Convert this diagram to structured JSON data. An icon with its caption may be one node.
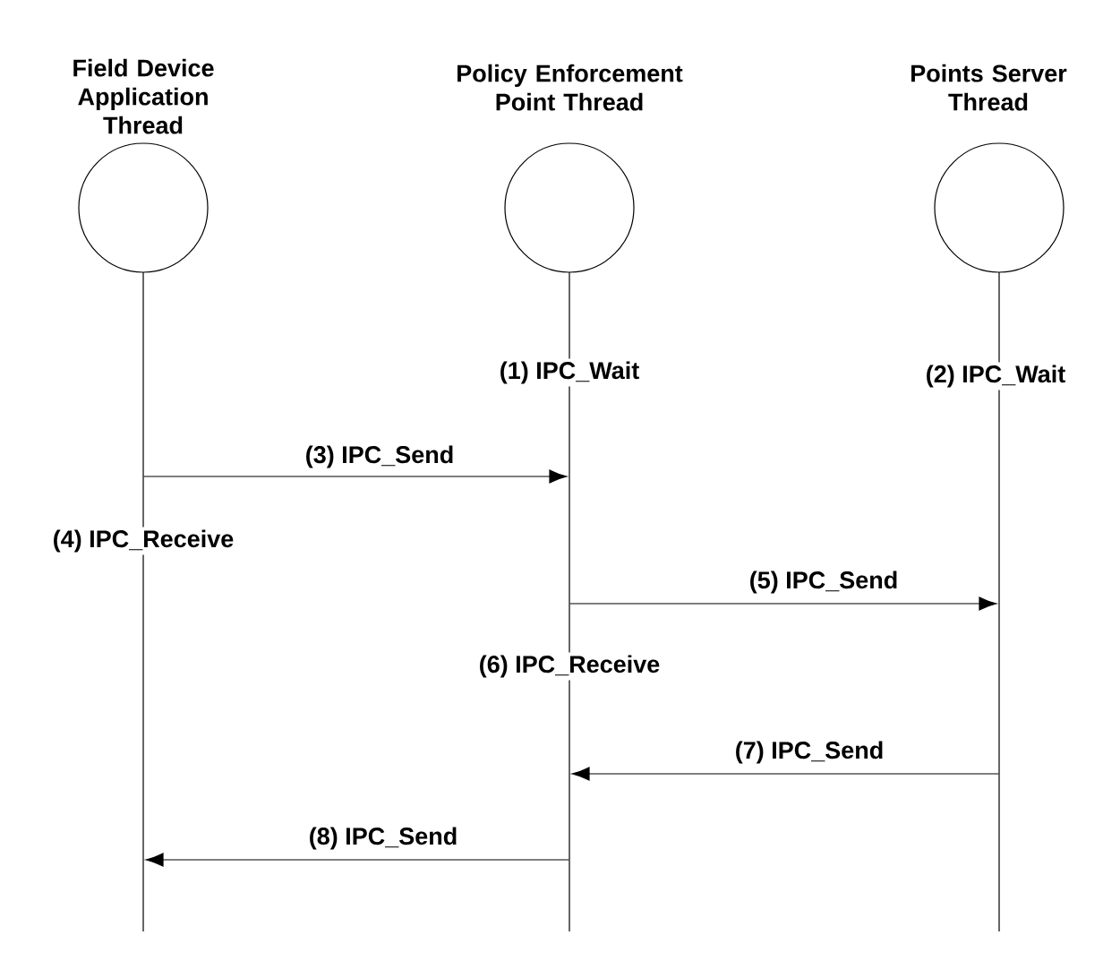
{
  "diagram": {
    "nodes": [
      {
        "text": [
          "Field Device Application Thread"
        ]
      },
      {
        "text": [
          "Policy Enforcement Point Thread"
        ]
      },
      {
        "text": [
          "Points Server Thread"
        ]
      },
      {
        "text": [],
        "shape": "line"
      },
      {
        "text": [],
        "shape": "line"
      },
      {
        "text": [],
        "shape": "line"
      }
    ],
    "edges": [
      {
        "from": 3,
        "to": 4,
        "arrow": "to",
        "label": "(3) IPC_Send"
      },
      {
        "from": 4,
        "to": 5,
        "arrow": "to",
        "label": "(5) IPC_Send"
      },
      {
        "from": 5,
        "to": 4,
        "arrow": "to",
        "label": "(7) IPC_Send"
      },
      {
        "from": 4,
        "to": 3,
        "arrow": "to",
        "label": "(8) IPC_Send"
      }
    ],
    "labels": [
      "(1) IPC_Wait",
      "(2) IPC_Wait",
      "(4) IPC_Receive",
      "(6) IPC_Receive"
    ]
  }
}
